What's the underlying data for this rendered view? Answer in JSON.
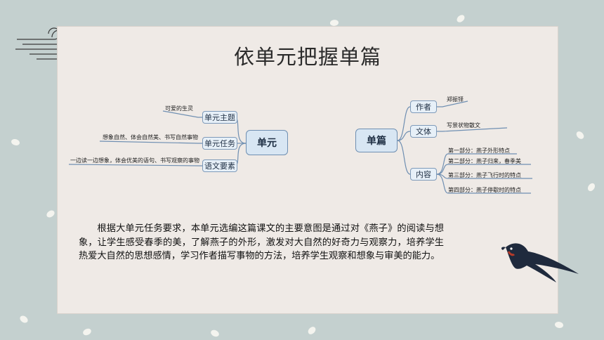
{
  "title": "依单元把握单篇",
  "left_map": {
    "center": "单元",
    "branches": [
      {
        "label": "单元主题",
        "leaf": "可爱的生灵"
      },
      {
        "label": "单元任务",
        "leaf": "想象自然、体会自然美、书写自然事物"
      },
      {
        "label": "语文要素",
        "leaf": "一边读一边想象，体会优美的语句、书写观察的事物"
      }
    ]
  },
  "right_map": {
    "center": "单篇",
    "branches": [
      {
        "label": "作者",
        "leaves": [
          "郑振铎"
        ]
      },
      {
        "label": "文体",
        "leaves": [
          "写景状物散文"
        ]
      },
      {
        "label": "内容",
        "leaves": [
          "第一部分：燕子外形特点",
          "第二部分：燕子归来，春季美",
          "第三部分：燕子飞行时的特点",
          "第四部分：燕子停歇时的特点"
        ]
      }
    ]
  },
  "paragraph": "根据大单元任务要求，本单元选编这篇课文的主要意图是通过对《燕子》的阅读与想象，让学生感受春季的美，了解燕子的外形，激发对大自然的好奇力与观察力，培养学生热爱大自然的思想感情，学习作者描写事物的方法，培养学生观察和想象与审美的能力。"
}
